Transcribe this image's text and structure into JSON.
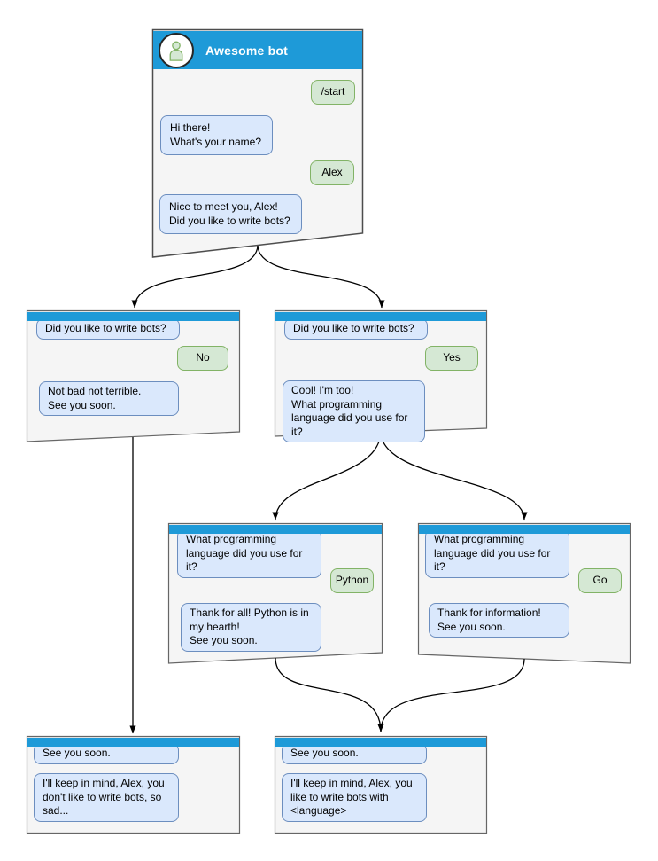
{
  "colors": {
    "header_blue": "#1e9ad8",
    "window_fill": "#f5f5f5",
    "window_border": "#666666",
    "bot_bubble_fill": "#dae8fc",
    "bot_bubble_border": "#6c8ebf",
    "user_bubble_fill": "#d5e8d4",
    "user_bubble_border": "#82b366",
    "arrow_color": "#000000"
  },
  "main_window": {
    "title": "Awesome bot",
    "avatar_icon": "person-icon",
    "messages": [
      {
        "from": "user",
        "text": "/start"
      },
      {
        "from": "bot",
        "text": "Hi there!\nWhat's your name?"
      },
      {
        "from": "user",
        "text": "Alex"
      },
      {
        "from": "bot",
        "text": "Nice to meet you, Alex!\nDid you like to write bots?"
      }
    ]
  },
  "branch_no": {
    "messages": [
      {
        "from": "bot",
        "text": "Did you like to write bots?"
      },
      {
        "from": "user",
        "text": "No"
      },
      {
        "from": "bot",
        "text": "Not bad not terrible.\nSee you soon."
      }
    ]
  },
  "branch_yes": {
    "messages": [
      {
        "from": "bot",
        "text": "Did you like to write bots?"
      },
      {
        "from": "user",
        "text": "Yes"
      },
      {
        "from": "bot",
        "text": "Cool! I'm too!\nWhat programming\nlanguage did you use for it?"
      }
    ]
  },
  "branch_python": {
    "messages": [
      {
        "from": "bot",
        "text": "What programming\nlanguage did you use for it?"
      },
      {
        "from": "user",
        "text": "Python"
      },
      {
        "from": "bot",
        "text": "Thank for all! Python is in\nmy hearth!\nSee you soon."
      }
    ]
  },
  "branch_go": {
    "messages": [
      {
        "from": "bot",
        "text": "What programming\nlanguage did you use for it?"
      },
      {
        "from": "user",
        "text": "Go"
      },
      {
        "from": "bot",
        "text": "Thank for information!\nSee you soon."
      }
    ]
  },
  "end_no": {
    "messages": [
      {
        "from": "bot",
        "text": "See you soon."
      },
      {
        "from": "bot",
        "text": "I'll keep in mind, Alex, you\ndon't like to write bots, so\nsad..."
      }
    ]
  },
  "end_yes": {
    "messages": [
      {
        "from": "bot",
        "text": "See you soon."
      },
      {
        "from": "bot",
        "text": "I'll keep in mind, Alex, you\nlike to write bots with\n<language>"
      }
    ]
  },
  "edges": [
    {
      "from": "main_window",
      "to": "branch_no"
    },
    {
      "from": "main_window",
      "to": "branch_yes"
    },
    {
      "from": "branch_no",
      "to": "end_no"
    },
    {
      "from": "branch_yes",
      "to": "branch_python"
    },
    {
      "from": "branch_yes",
      "to": "branch_go"
    },
    {
      "from": "branch_python",
      "to": "end_yes"
    },
    {
      "from": "branch_go",
      "to": "end_yes"
    }
  ]
}
